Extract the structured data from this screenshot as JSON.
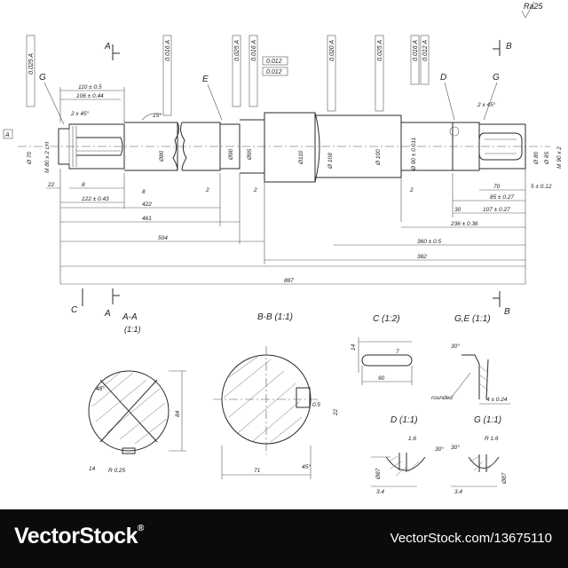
{
  "corner": {
    "roughness": "Ra25"
  },
  "main_view": {
    "tolerance_tags": [
      "0.025 A",
      "0.016 A",
      "0.025 A",
      "0.016 A",
      "0.012",
      "0.012",
      "0.020 A",
      "0.025 A",
      "0.016 A",
      "0.012 A"
    ],
    "section_marks": {
      "a_top": "A",
      "b_top": "B",
      "a_bottom": "A",
      "b_bottom": "B",
      "c_bottom": "C"
    },
    "leaders": {
      "g_left": "G",
      "e": "E",
      "d": "D",
      "g_right": "G"
    },
    "datum": "A",
    "top_dims": [
      "110 ± 0.5",
      "106 ± 0.44",
      "2 x 45°",
      "15°",
      "2 x 45°"
    ],
    "diameters": [
      "Ø 70",
      "M 80 x 2 LH",
      "Ø80",
      "Ø90",
      "Ø95",
      "Ø110",
      "Ø 108",
      "Ø 100",
      "Ø 90 ± 0.011",
      "Ø 80",
      "Ø 85",
      "M 90 x 2"
    ],
    "bottom_dims": [
      "22",
      "8",
      "122 ± 0.43",
      "8",
      "422",
      "461",
      "504",
      "887",
      "2",
      "2",
      "2",
      "70",
      "85 ± 0.27",
      "30",
      "107 ± 0.27",
      "5 ± 0.12",
      "236 ± 0.36",
      "360 ± 0.5",
      "382"
    ]
  },
  "sections": {
    "aa": {
      "title": "A-A",
      "scale": "(1:1)",
      "labels": [
        "R 0.25",
        "84",
        "14",
        "45°"
      ]
    },
    "bb": {
      "title": "B-B (1:1)",
      "labels": [
        "0.5",
        "22",
        "71",
        "45°"
      ]
    },
    "c": {
      "title": "C (1:2)",
      "labels": [
        "14",
        "7",
        "90"
      ]
    },
    "ge": {
      "title": "G,E (1:1)",
      "labels": [
        "30°",
        "rounded",
        "4 ± 0.24"
      ]
    },
    "d": {
      "title": "D (1:1)",
      "labels": [
        "1.6",
        "30°",
        "Ø87",
        "3.4"
      ]
    },
    "g": {
      "title": "G (1:1)",
      "labels": [
        "30°",
        "R 1.6",
        "Ø87",
        "3.4"
      ]
    }
  },
  "footer": {
    "brand": "VectorStock",
    "brand_mark": "®",
    "url": "VectorStock.com/13675110"
  }
}
